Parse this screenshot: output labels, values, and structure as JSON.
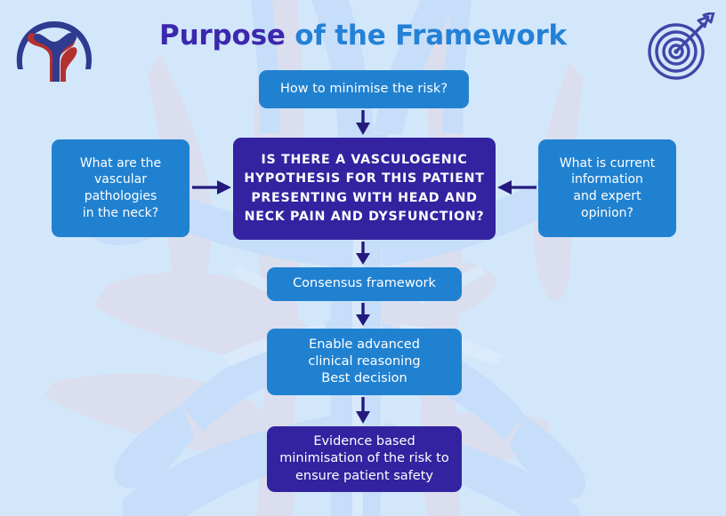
{
  "poster": {
    "background_color": "#d3e7fb",
    "title": {
      "part_1": "Purpose",
      "part_1_color": "#3c28ad",
      "part_2": " of the Framework",
      "part_2_color": "#2481d6"
    }
  },
  "logos": {
    "left": {
      "name": "vascular-artery-logo",
      "colors": [
        "#2e3b8f",
        "#b4302f"
      ]
    },
    "right": {
      "name": "target-dartboard-icon",
      "color": "#3f46a8"
    }
  },
  "flowchart": {
    "colors": {
      "blue_box": "#2081d0",
      "purple_box": "#3323a0",
      "arrow": "#241a7e",
      "text": "#ffffff"
    },
    "nodes": [
      {
        "id": "how-to-minimise",
        "label": "How to minimise the risk?",
        "style": "blue"
      },
      {
        "id": "vascular-pathologies",
        "label": "What are the\nvascular\npathologies\nin the neck?",
        "style": "blue"
      },
      {
        "id": "central-question",
        "label": "IS THERE A VASCULOGENIC\nHYPOTHESIS FOR THIS PATIENT\nPRESENTING WITH HEAD AND\nNECK PAIN AND DYSFUNCTION?",
        "style": "purple"
      },
      {
        "id": "current-information",
        "label": "What is current\ninformation\nand expert\nopinion?",
        "style": "blue"
      },
      {
        "id": "consensus-framework",
        "label": "Consensus framework",
        "style": "blue"
      },
      {
        "id": "enable-reasoning",
        "label": "Enable advanced\nclinical reasoning\nBest decision",
        "style": "blue"
      },
      {
        "id": "evidence-based",
        "label": "Evidence based\nminimisation of the risk to\nensure patient safety",
        "style": "purple"
      }
    ],
    "arrows": [
      {
        "id": "how-to-central",
        "direction": "down"
      },
      {
        "id": "pathologies-to-central",
        "direction": "right"
      },
      {
        "id": "information-to-central",
        "direction": "left"
      },
      {
        "id": "central-to-consensus",
        "direction": "down"
      },
      {
        "id": "consensus-to-enable",
        "direction": "down"
      },
      {
        "id": "enable-to-evidence",
        "direction": "down"
      }
    ]
  }
}
